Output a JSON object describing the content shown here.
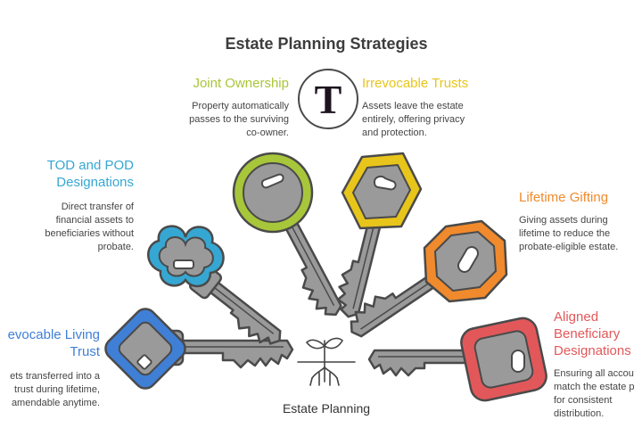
{
  "title": "Estate Planning Strategies",
  "logo_letter": "T",
  "center_label": "Estate Planning",
  "strategies": [
    {
      "heading": "Joint Ownership",
      "description": [
        "Property automatically",
        "passes to the surviving",
        "co-owner."
      ],
      "color": "#a8c63a"
    },
    {
      "heading": "Irrevocable Trusts",
      "description": [
        "Assets leave the estate",
        "entirely, offering privacy",
        "and protection."
      ],
      "color": "#e8c51a"
    },
    {
      "heading": [
        "TOD and POD",
        "Designations"
      ],
      "description": [
        "Direct transfer of",
        "financial assets to",
        "beneficiaries without",
        "probate."
      ],
      "color": "#35a7d2"
    },
    {
      "heading": "Lifetime Gifting",
      "description": [
        "Giving assets during",
        "lifetime to reduce the",
        "probate-eligible estate."
      ],
      "color": "#f08a2c"
    },
    {
      "heading": [
        "evocable Living",
        "Trust"
      ],
      "description": [
        "ets transferred into a",
        "trust during lifetime,",
        "amendable anytime."
      ],
      "color": "#3f7fd6"
    },
    {
      "heading": [
        "Aligned",
        "Beneficiary",
        "Designations"
      ],
      "description": [
        "Ensuring all accou",
        "match the estate p",
        "for consistent",
        "distribution."
      ],
      "color": "#e2585a"
    }
  ],
  "colors": {
    "key_gray": "#9a9a9a",
    "key_outline": "#4a4a4a",
    "bow_fill": "#ffffff"
  },
  "icons": [
    "sprout-icon",
    "key-icon"
  ]
}
